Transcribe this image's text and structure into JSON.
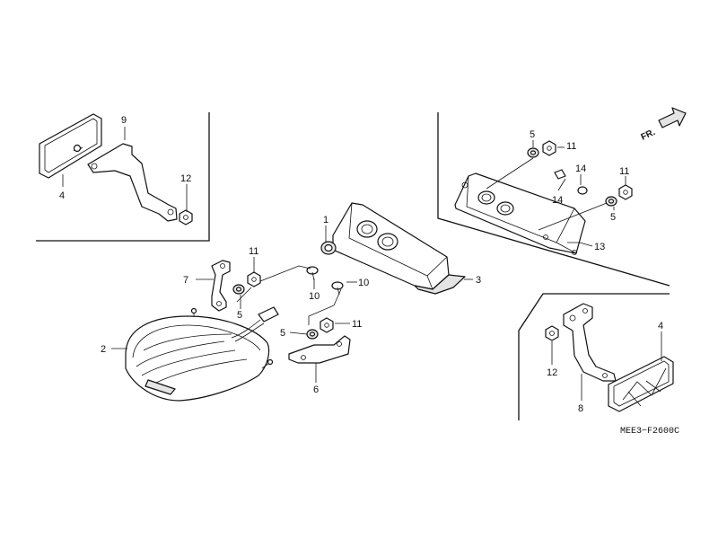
{
  "diagram": {
    "code": "MEE3−F2600C",
    "direction_label": "FR.",
    "callouts": [
      {
        "id": "c9",
        "text": "9"
      },
      {
        "id": "c4a",
        "text": "4"
      },
      {
        "id": "c12a",
        "text": "12"
      },
      {
        "id": "c1",
        "text": "1"
      },
      {
        "id": "c11a",
        "text": "11"
      },
      {
        "id": "c7",
        "text": "7"
      },
      {
        "id": "c5a",
        "text": "5"
      },
      {
        "id": "c10a",
        "text": "10"
      },
      {
        "id": "c10b",
        "text": "10"
      },
      {
        "id": "c3",
        "text": "3"
      },
      {
        "id": "c2",
        "text": "2"
      },
      {
        "id": "c5b",
        "text": "5"
      },
      {
        "id": "c11b",
        "text": "11"
      },
      {
        "id": "c6",
        "text": "6"
      },
      {
        "id": "c5c",
        "text": "5"
      },
      {
        "id": "c11c",
        "text": "11"
      },
      {
        "id": "c14a",
        "text": "14"
      },
      {
        "id": "c14b",
        "text": "14"
      },
      {
        "id": "c11d",
        "text": "11"
      },
      {
        "id": "c5d",
        "text": "5"
      },
      {
        "id": "c13",
        "text": "13"
      },
      {
        "id": "c4b",
        "text": "4"
      },
      {
        "id": "c12b",
        "text": "12"
      },
      {
        "id": "c8",
        "text": "8"
      }
    ]
  }
}
